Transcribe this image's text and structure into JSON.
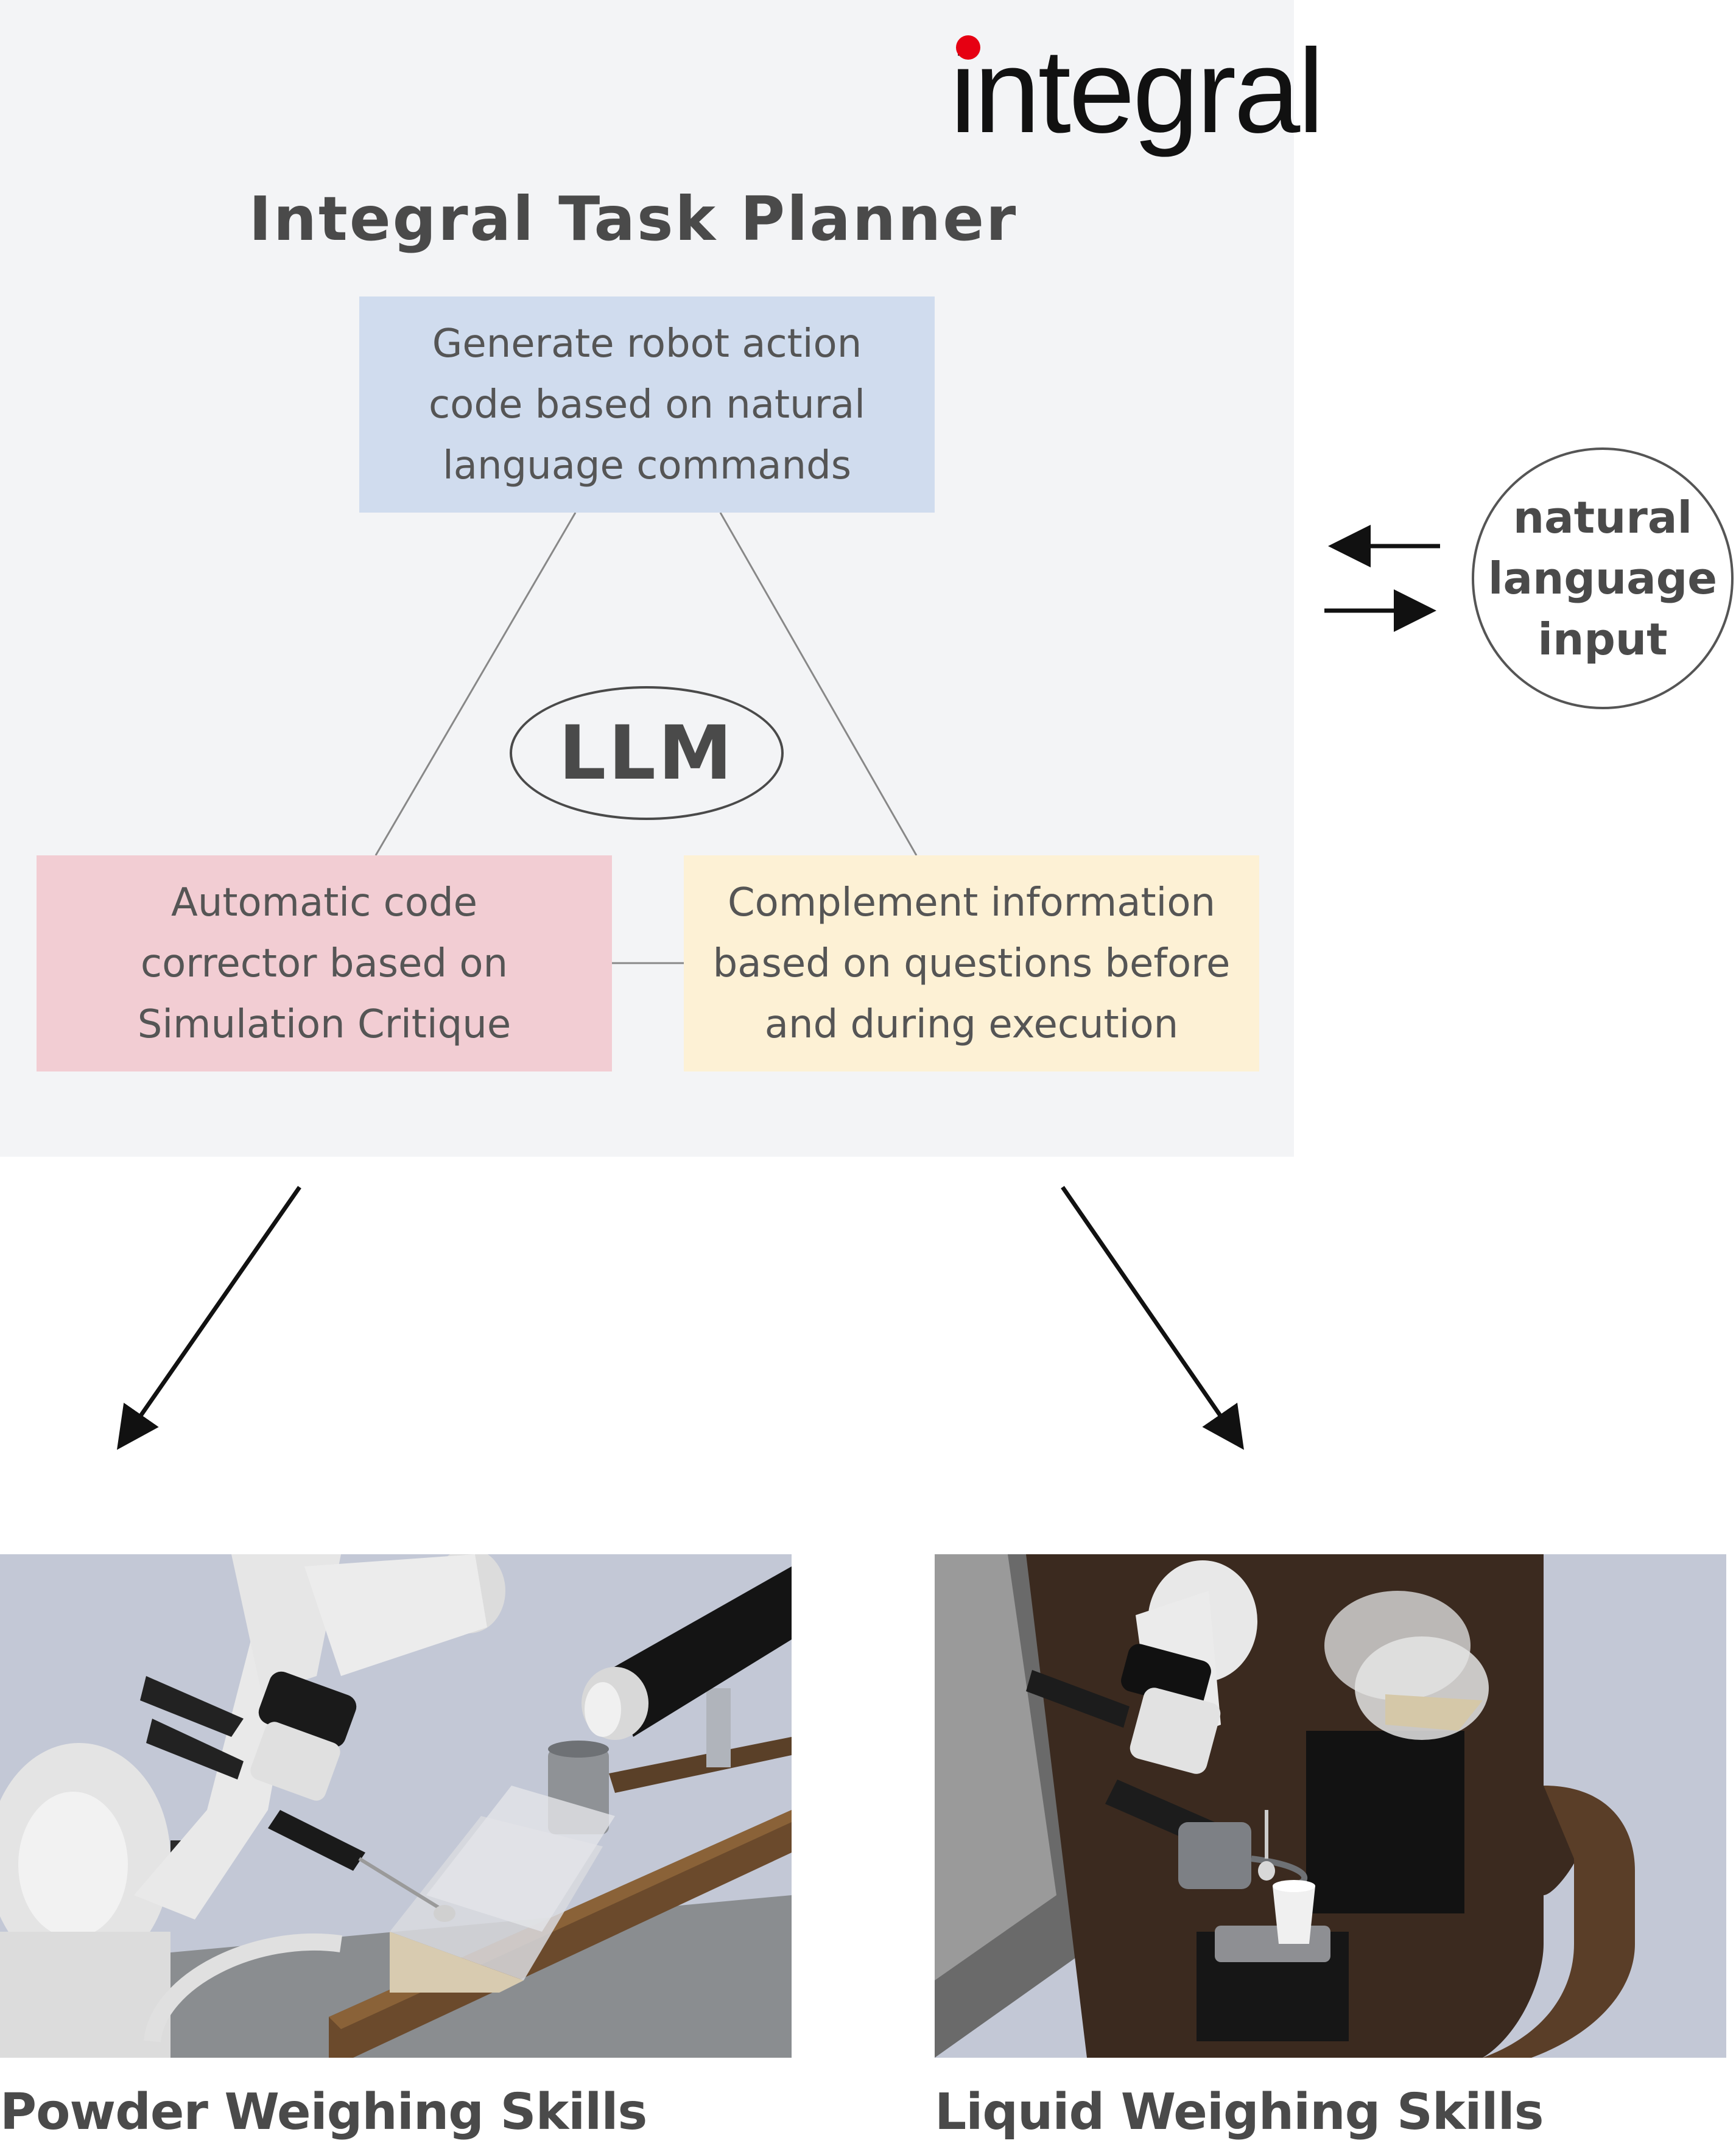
{
  "logo": {
    "text": "integral",
    "dot_color": "#e60012"
  },
  "planner": {
    "title": "Integral Task Planner",
    "center_label": "LLM",
    "boxes": {
      "generate": {
        "lines": [
          "Generate robot action",
          "code based on natural",
          "language commands"
        ],
        "color": "#d0dcee"
      },
      "corrector": {
        "lines": [
          "Automatic code",
          "corrector based on",
          "Simulation Critique"
        ],
        "color": "#f2cdd3"
      },
      "complement": {
        "lines": [
          "Complement information",
          "based on questions before",
          "and during execution"
        ],
        "color": "#fdf1d5"
      }
    }
  },
  "input": {
    "lines": [
      "natural",
      "language",
      "input"
    ]
  },
  "skills": {
    "powder": {
      "caption": "Powder Weighing Skills"
    },
    "liquid": {
      "caption": "Liquid Weighing Skills"
    }
  },
  "colors": {
    "panel_bg": "#f3f4f6",
    "text_gray": "#4a4a4a",
    "connector": "#888888",
    "arrow": "#111111"
  }
}
